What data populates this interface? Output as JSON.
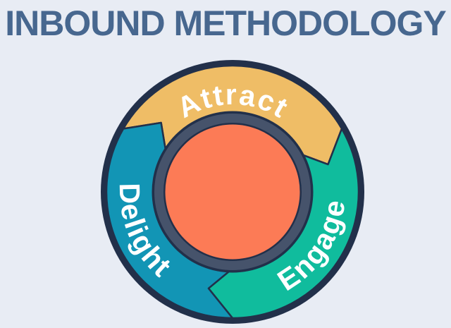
{
  "page": {
    "background": "#e8ecf4"
  },
  "header": {
    "title": "INBOUND METHODOLOGY",
    "color": "#47678f"
  },
  "flywheel": {
    "outline_color": "#22304a",
    "label_color": "#ffffff",
    "hub": {
      "fill": "#fc7b56",
      "ring_color": "#46536b"
    },
    "segments": [
      {
        "id": "attract",
        "label": "Attract",
        "color": "#efbd66"
      },
      {
        "id": "engage",
        "label": "Engage",
        "color": "#10bc9d"
      },
      {
        "id": "delight",
        "label": "Delight",
        "color": "#1295b5"
      }
    ]
  }
}
